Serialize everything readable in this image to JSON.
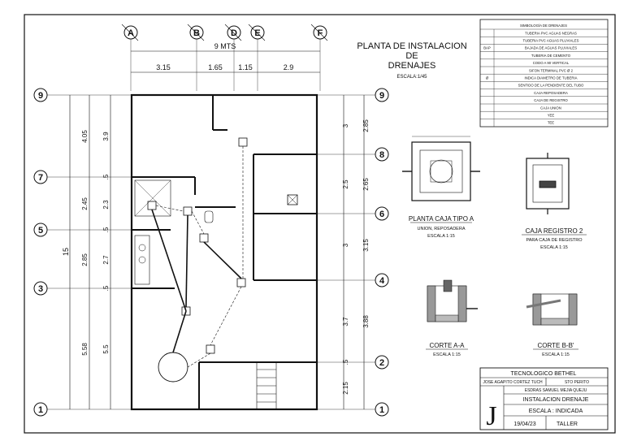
{
  "plan": {
    "title_line1": "PLANTA DE INSTALACION",
    "title_line2": "DE",
    "title_line3": "DRENAJES",
    "scale": "ESCALA:1/45"
  },
  "dimensions": {
    "top_total": "9 MTS",
    "top_segments": [
      "3.15",
      "1.65",
      "1.15",
      "2.9"
    ],
    "left_outer_total": "15",
    "left_mid": [
      "4.05",
      "2.45",
      "2.85",
      "5.58"
    ],
    "left_inner": [
      "3.9",
      ".5",
      "2.3",
      ".5",
      "2.7",
      ".5",
      "5.5"
    ],
    "right_inner": [
      "3",
      "2.5",
      "3",
      "3.7",
      "2.15",
      ".5"
    ],
    "right_outer": [
      "2.85",
      "2.65",
      "3.15",
      "3.88"
    ]
  },
  "axes": {
    "top": [
      "A",
      "B",
      "D",
      "E",
      "F"
    ],
    "left": [
      "9",
      "7",
      "5",
      "3",
      "1"
    ],
    "right": [
      "9",
      "8",
      "6",
      "4",
      "2",
      "1"
    ]
  },
  "legend": {
    "title": "SIMBOLOGÍA DE DRENAJES",
    "rows": [
      {
        "code": "",
        "label": "TUBERIA PVC AGUAS NEGRAS"
      },
      {
        "code": "",
        "label": "TUBERIA PVC AGUAS PLUVIALES"
      },
      {
        "code": "BAP",
        "label": "BAJADA DE AGUAS PLUVIALES"
      },
      {
        "code": "",
        "label": "TUBERIA DE CEMENTO"
      },
      {
        "code": "",
        "label": "CODO A 90 VERTICAL"
      },
      {
        "code": "",
        "label": "SIFON TERMINAL PVC Ø 2"
      },
      {
        "code": "Ø",
        "label": "INDICA DIAMETRO DE TUBERIA"
      },
      {
        "code": "",
        "label": "SENTIDO DE LA PENDIENTE DEL TUBO"
      },
      {
        "code": "",
        "label": "CAJA REPOSADERA"
      },
      {
        "code": "",
        "label": "CAJA DE REGISTRO"
      },
      {
        "code": "",
        "label": "CAJA UNION"
      },
      {
        "code": "",
        "label": "YEE"
      },
      {
        "code": "",
        "label": "TEE"
      }
    ]
  },
  "details": {
    "caja_tipo_a": {
      "title": "PLANTA CAJA TIPO A",
      "sub": "UNION, REPOSADERA",
      "scale": "ESCALA 1:15"
    },
    "caja_registro": {
      "title": "CAJA REGISTRO 2",
      "sub": "PARA CAJA DE REGISTRO",
      "scale": "ESCALA 1:15"
    },
    "corte_aa": {
      "title": "CORTE A-A",
      "scale": "ESCALA 1:15"
    },
    "corte_bb": {
      "title": "CORTE B-B'",
      "scale": "ESCALA 1:15"
    }
  },
  "titleblock": {
    "institution": "TECNOLOGICO BETHEL",
    "author": "JOSE AGAPITO CORTEZ TUCH",
    "role": "STO PERITO",
    "reviewer": "ESDRAS SAMUEL MEJIA QUEJU",
    "logo_letter": "J",
    "sheet_title": "INSTALACION DRENAJE",
    "scale": "ESCALA : INDICADA",
    "date": "19/04/23",
    "course": "TALLER"
  },
  "colors": {
    "line": "#111111",
    "paper": "#ffffff"
  }
}
